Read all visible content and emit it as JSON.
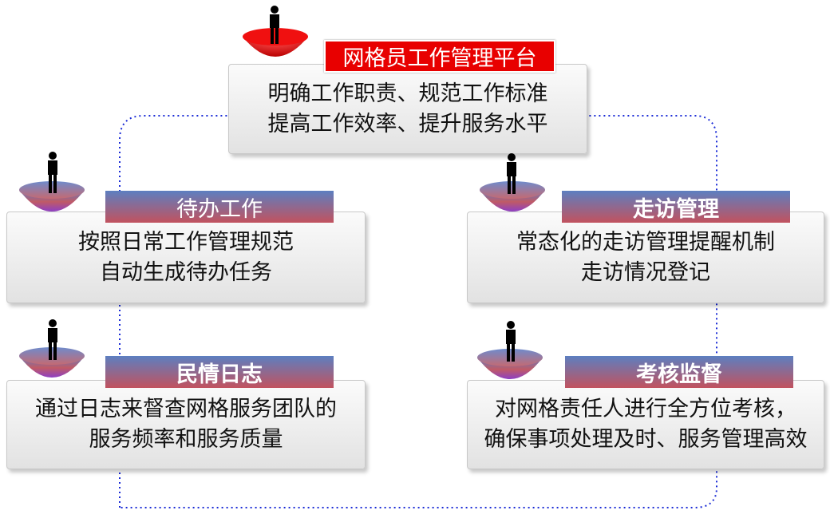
{
  "center": {
    "title": "网格员工作管理平台",
    "lines": [
      "明确工作职责、规范工作标准",
      "提高工作效率、提升服务水平"
    ],
    "colors": {
      "title_bg": "#e80000",
      "bowl": "#e60000"
    }
  },
  "modules": [
    {
      "title": "待办工作",
      "lines": [
        "按照日常工作管理规范",
        "自动生成待办任务"
      ]
    },
    {
      "title": "走访管理",
      "lines": [
        "常态化的走访管理提醒机制",
        "走访情况登记"
      ]
    },
    {
      "title": "民情日志",
      "lines": [
        "通过日志来督查网格服务团队的",
        "服务频率和服务质量"
      ]
    },
    {
      "title": "考核监督",
      "lines": [
        "对网格责任人进行全方位考核，",
        "确保事项处理及时、服务管理高效"
      ]
    }
  ],
  "colors": {
    "tag_top": "#5d7fc0",
    "tag_bottom": "#c2525e",
    "loop": "#1a2bd6",
    "figure": "#000000"
  }
}
